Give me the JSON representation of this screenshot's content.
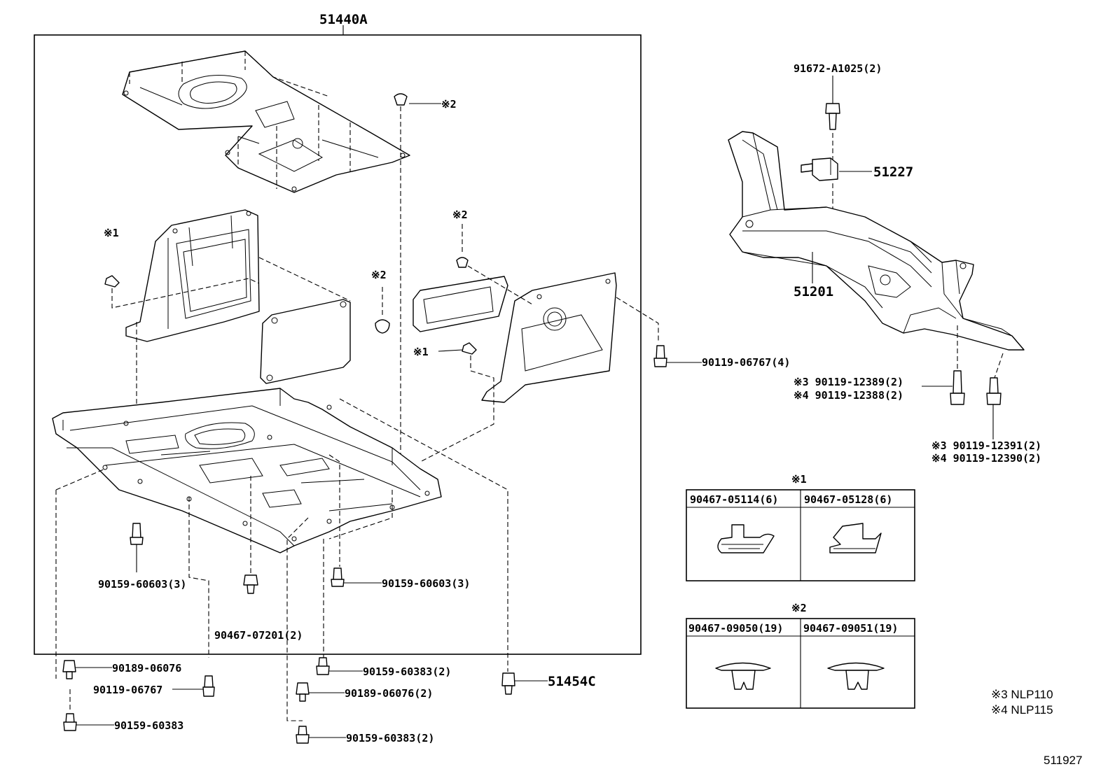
{
  "diagram": {
    "assembly_label": "51440A",
    "figure_code": "511927",
    "labels": {
      "bolt_91672": "91672-A1025(2)",
      "part_51227": "51227",
      "part_51201": "51201",
      "bolt_90119_06767_4": "90119-06767(4)",
      "s3_12389": "※3 90119-12389(2)",
      "s4_12388": "※4 90119-12388(2)",
      "s3_12391": "※3 90119-12391(2)",
      "s4_12390": "※4 90119-12390(2)",
      "mark1_left": "※1",
      "mark1_mid": "※1",
      "mark2_top": "※2",
      "mark2_left": "※2",
      "mark2_right": "※2",
      "bolt_60603_left": "90159-60603(3)",
      "bolt_60603_right": "90159-60603(3)",
      "clip_07201": "90467-07201(2)",
      "bolt_06076": "90189-06076",
      "bolt_06767": "90119-06767",
      "bolt_60383": "90159-60383",
      "bolt_60383_2a": "90159-60383(2)",
      "bolt_06076_2": "90189-06076(2)",
      "bolt_60383_2b": "90159-60383(2)",
      "part_51454c": "51454C"
    },
    "legend1": {
      "title": "※1",
      "col1": "90467-05114(6)",
      "col2": "90467-05128(6)"
    },
    "legend2": {
      "title": "※2",
      "col1": "90467-09050(19)",
      "col2": "90467-09051(19)"
    },
    "notes": {
      "n3": "※3  NLP110",
      "n4": "※4  NLP115"
    }
  }
}
